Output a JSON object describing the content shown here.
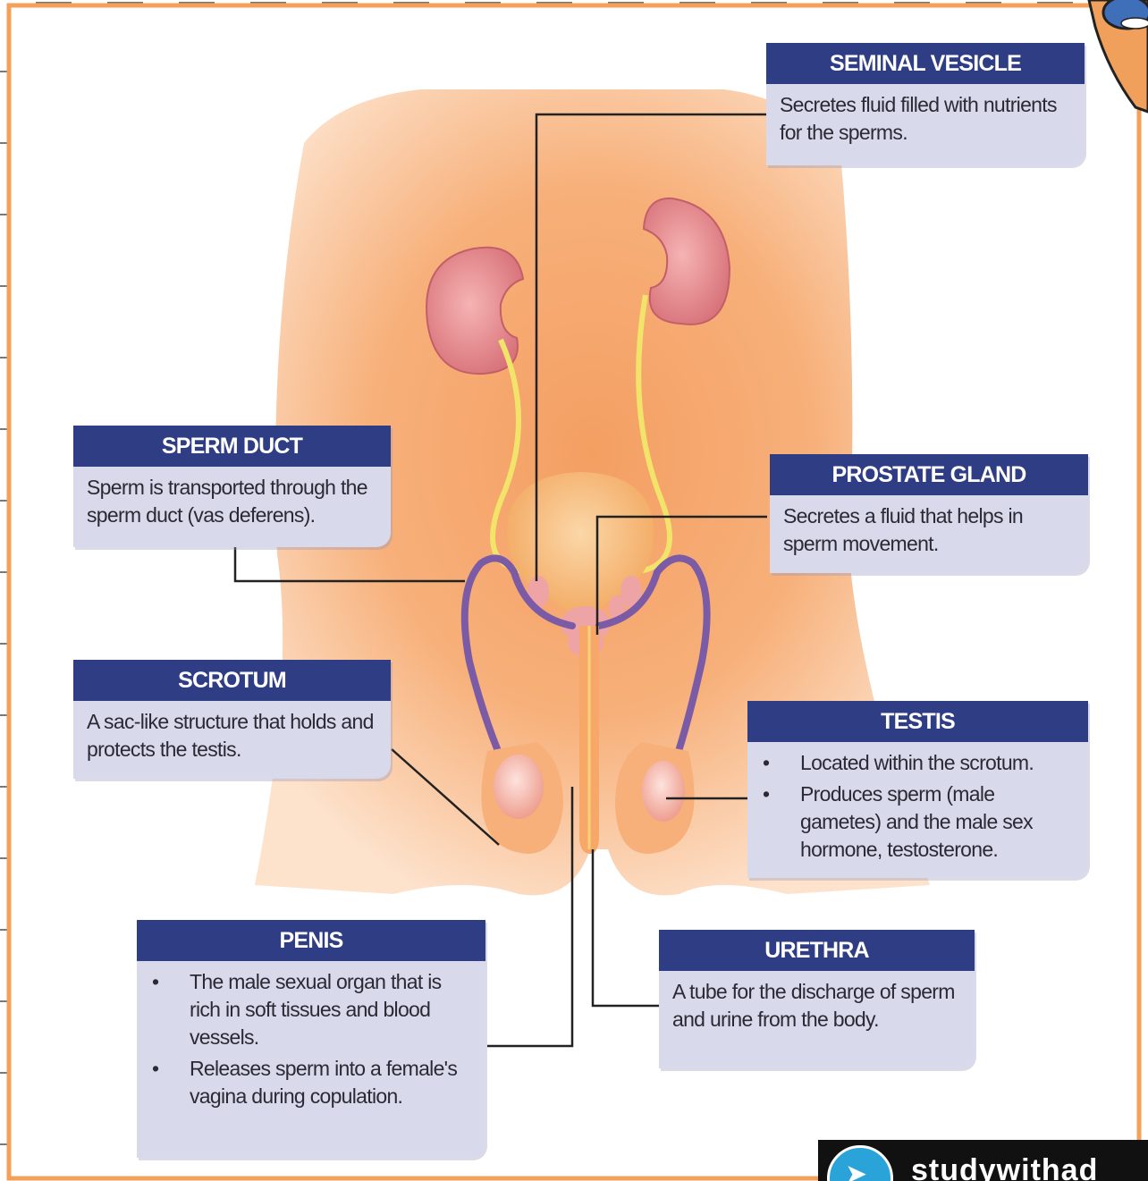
{
  "cards": {
    "seminal_vesicle": {
      "title": "SEMINAL VESICLE",
      "text": "Secretes fluid filled with nutrients for the sperms."
    },
    "sperm_duct": {
      "title": "SPERM DUCT",
      "text": "Sperm is transported through the sperm duct (vas deferens)."
    },
    "prostate_gland": {
      "title": "PROSTATE GLAND",
      "text": "Secretes a fluid that helps in sperm movement."
    },
    "scrotum": {
      "title": "SCROTUM",
      "text": "A sac-like structure that holds and protects the testis."
    },
    "testis": {
      "title": "TESTIS",
      "bullets": [
        "Located within the scrotum.",
        "Produces sperm (male gametes) and the male sex hormone, testosterone."
      ]
    },
    "penis": {
      "title": "PENIS",
      "bullets": [
        "The male sexual organ that is rich in soft tissues and blood vessels.",
        "Releases sperm into a female's vagina during copulation."
      ]
    },
    "urethra": {
      "title": "URETHRA",
      "text": "A tube for the discharge of sperm and urine from the body."
    }
  },
  "watermark": {
    "text": "studywithad",
    "icon": "telegram-plane-icon"
  },
  "colors": {
    "header": "#2e3d84",
    "card": "#d9d9ec",
    "frame": "#f3a15a",
    "duct": "#7b5aa6",
    "ureter": "#f2e46a"
  }
}
